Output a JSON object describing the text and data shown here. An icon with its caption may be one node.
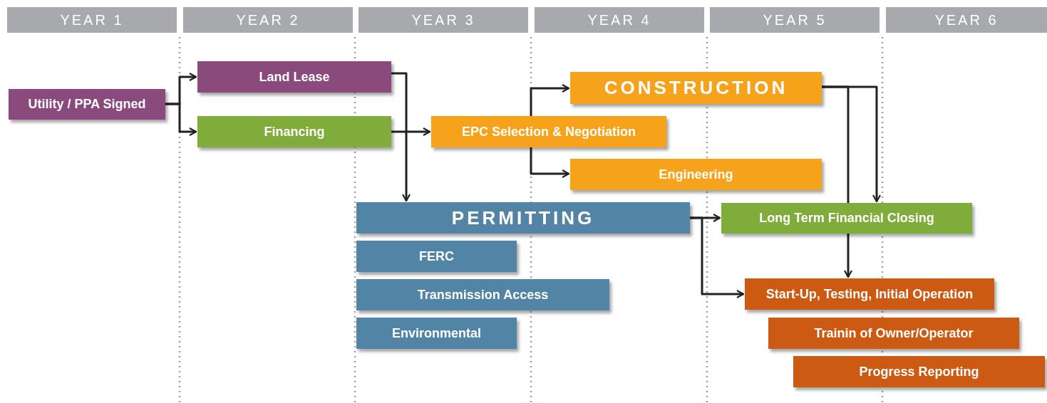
{
  "diagram": {
    "nodes": [
      {
        "text": [
          "YEAR 1"
        ]
      },
      {
        "text": [
          "YEAR 2"
        ]
      },
      {
        "text": [
          "YEAR 3"
        ]
      },
      {
        "text": [
          "YEAR 4"
        ]
      },
      {
        "text": [
          "YEAR 5"
        ]
      },
      {
        "text": [
          "YEAR 6"
        ]
      },
      {
        "text": [
          "Utility / PPA Signed"
        ]
      },
      {
        "text": [
          "Land Lease"
        ]
      },
      {
        "text": [
          "Financing"
        ]
      },
      {
        "text": [
          "CONSTRUCTION"
        ]
      },
      {
        "text": [
          "EPC Selection & Negotiation"
        ]
      },
      {
        "text": [
          "Engineering"
        ]
      },
      {
        "text": [
          "PERMITTING"
        ]
      },
      {
        "text": [
          "Long Term Financial Closing"
        ]
      },
      {
        "text": [
          "FERC"
        ]
      },
      {
        "text": [
          "Start-Up, Testing, Initial Operation"
        ]
      },
      {
        "text": [
          "Transmission Access"
        ]
      },
      {
        "text": [
          "Trainin of Owner/Operator"
        ]
      },
      {
        "text": [
          "Environmental"
        ]
      },
      {
        "text": [
          "Progress Reporting"
        ]
      }
    ],
    "edges": [
      {
        "from": 6,
        "to": 7,
        "arrow": "to"
      },
      {
        "from": 6,
        "to": 8,
        "arrow": "to"
      },
      {
        "from": 7,
        "to": 12,
        "arrow": "to"
      },
      {
        "from": 8,
        "to": 10,
        "arrow": "to"
      },
      {
        "from": 10,
        "to": 9,
        "arrow": "to"
      },
      {
        "from": 10,
        "to": 11,
        "arrow": "to"
      },
      {
        "from": 9,
        "to": 13,
        "arrow": "to"
      },
      {
        "from": 9,
        "to": 13,
        "arrow": "none"
      },
      {
        "from": 13,
        "to": 15,
        "arrow": "to"
      },
      {
        "from": 12,
        "to": 13,
        "arrow": "to"
      },
      {
        "from": 12,
        "to": 15,
        "arrow": "to"
      }
    ]
  }
}
